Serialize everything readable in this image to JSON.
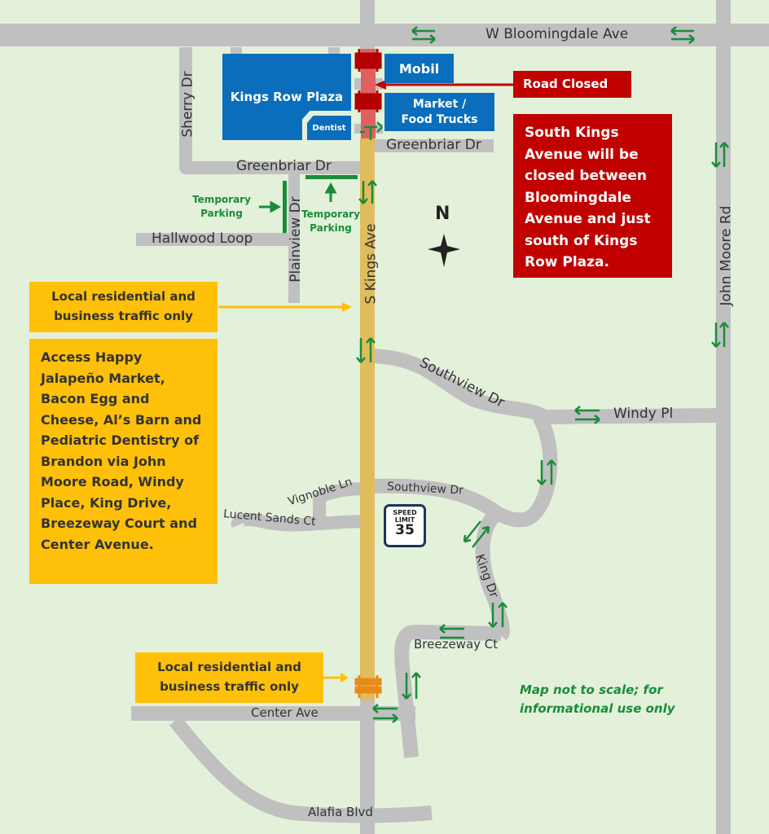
{
  "roads": {
    "w_bloomingdale": "W Bloomingdale Ave",
    "sherry": "Sherry Dr",
    "greenbriar_w": "Greenbriar Dr",
    "greenbriar_e": "Greenbriar Dr",
    "hallwood": "Hallwood Loop",
    "plainview": "Plainview Dr",
    "s_kings": "S Kings Ave",
    "john_moore": "John Moore Rd",
    "southview_n": "Southview Dr",
    "windy": "Windy Pl",
    "vignoble": "Vignoble Ln",
    "southview_s": "Southview Dr",
    "lucent": "Lucent Sands Ct",
    "king_dr": "King Dr",
    "breezeway": "Breezeway Ct",
    "center": "Center Ave",
    "alafia": "Alafia Blvd"
  },
  "places": {
    "kings_row": "Kings Row Plaza",
    "dentist": "Dentist",
    "mobil": "Mobil",
    "market": "Market / Food Trucks"
  },
  "callouts": {
    "road_closed": "Road Closed",
    "closure_notice": "South Kings Avenue will be closed between Bloomingdale Avenue and just south of Kings Row Plaza.",
    "local_traffic_1": "Local residential and business traffic only",
    "access_notice": "Access Happy Jalapeño Market, Bacon Egg and Cheese, Al’s Barn and Pediatric Dentistry of Brandon via John Moore Road, Windy Place, King Drive, Breezeway Court and Center Avenue.",
    "local_traffic_2": "Local residential and business traffic only",
    "temp_parking_1": "Temporary Parking",
    "temp_parking_2": "Temporary Parking",
    "disclaimer": "Map not to scale; for informational use only"
  },
  "speed_sign": {
    "line1": "SPEED",
    "line2": "LIMIT",
    "value": "35"
  },
  "compass": {
    "label": "N"
  },
  "colors": {
    "background": "#e4f1da",
    "road": "#c0c0c0",
    "closed_road": "#e06060",
    "detour_road": "#e0bd5c",
    "blue": "#0a6ebd",
    "red": "#c10000",
    "yellow": "#fec008",
    "green": "#1a8c3a"
  }
}
